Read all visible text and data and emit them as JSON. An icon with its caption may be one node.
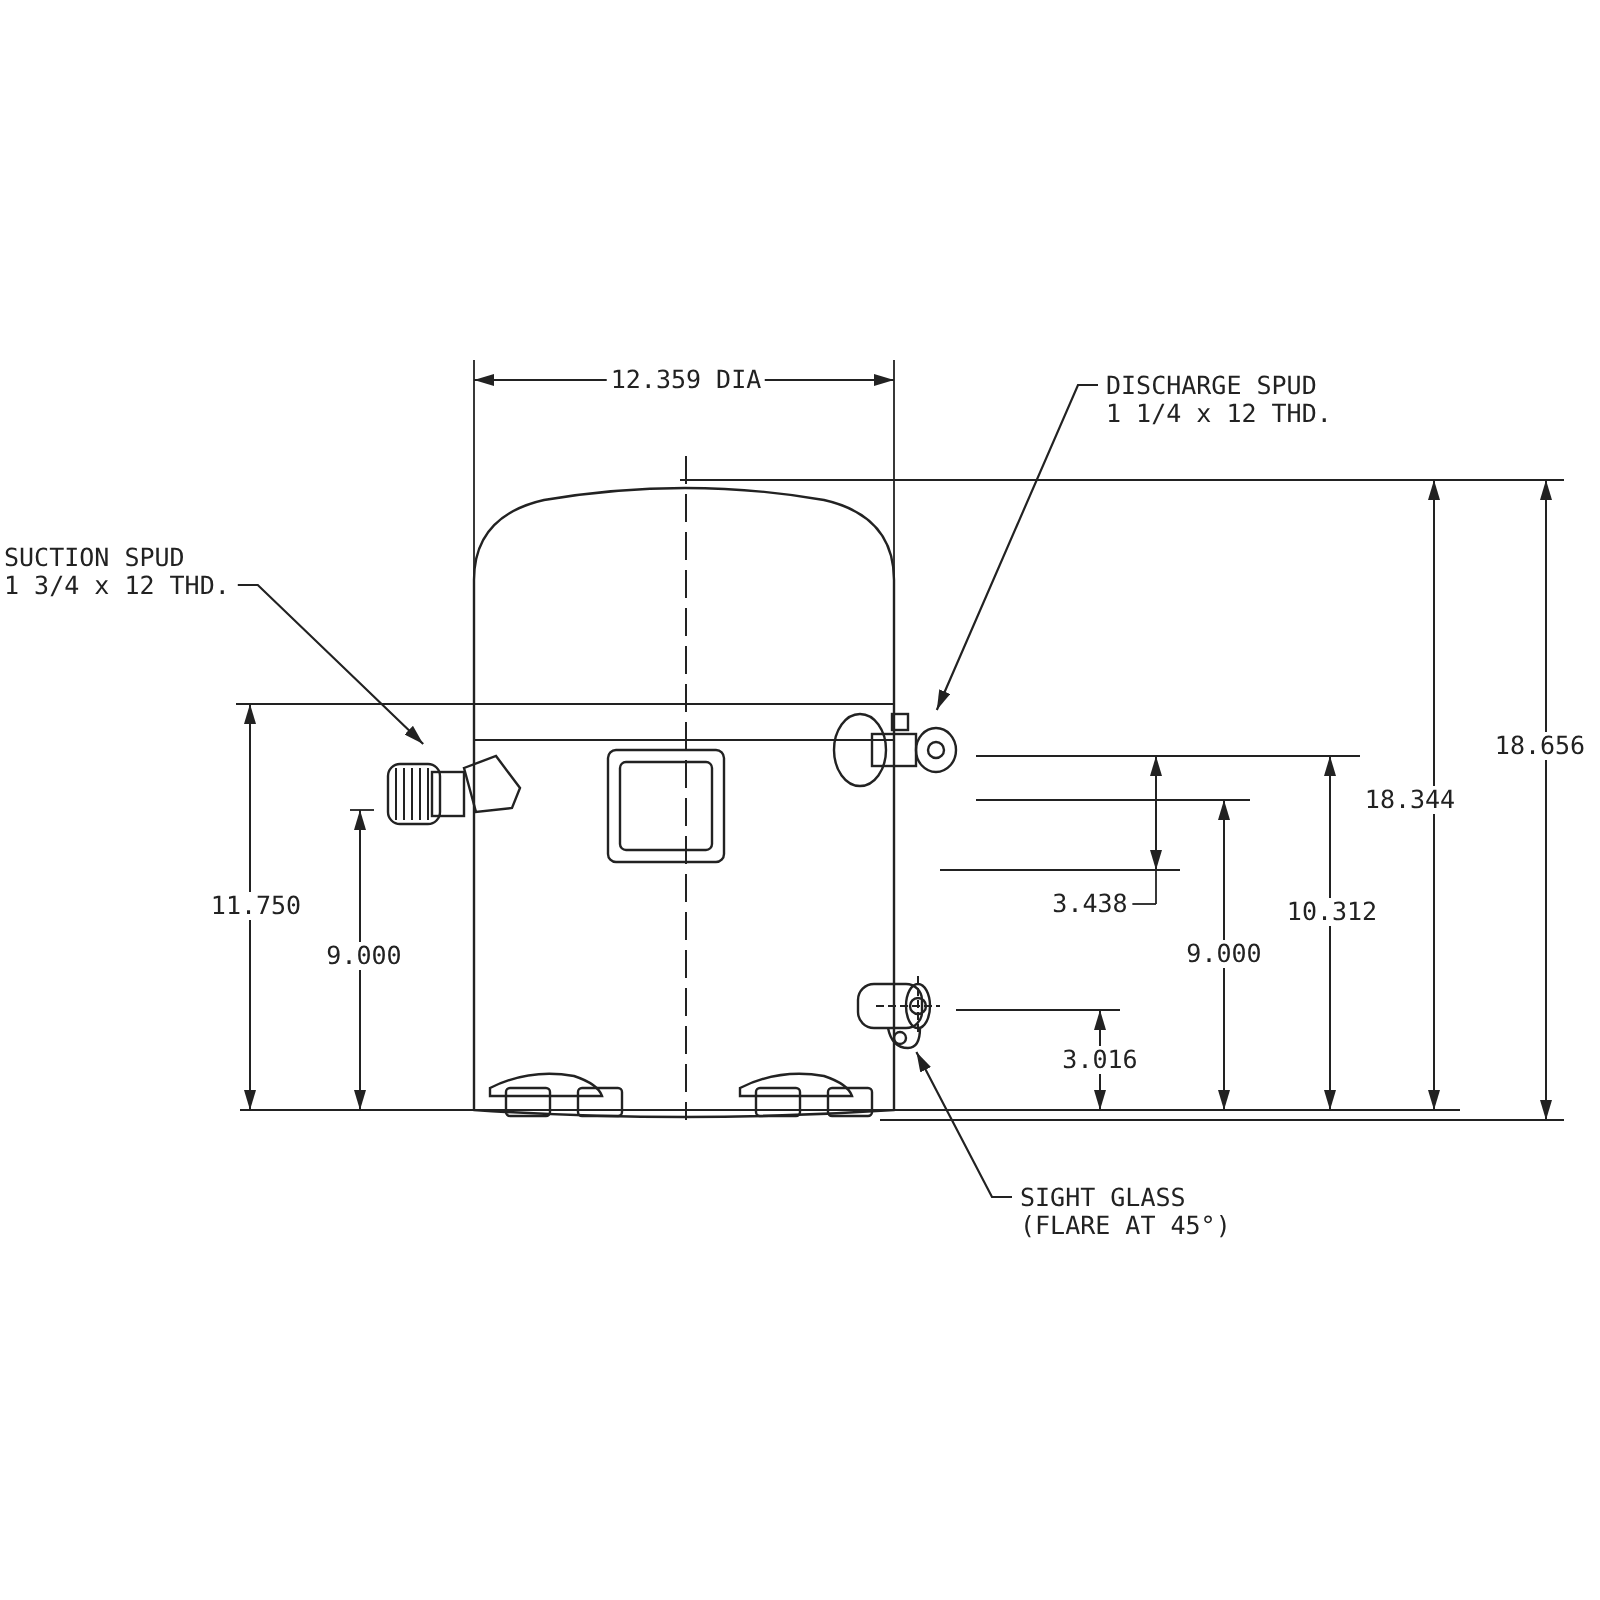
{
  "diagram": {
    "nodes": [
      {
        "text": [
          "SUCTION SPUD",
          "1 3/4 x 12 THD."
        ]
      },
      {
        "text": [],
        "shape": "picture"
      },
      {
        "text": [
          "DISCHARGE SPUD",
          "1 1/4 x 12 THD."
        ]
      },
      {
        "text": [],
        "shape": "picture"
      },
      {
        "text": [
          "SIGHT GLASS",
          "(FLARE AT 45°)"
        ]
      },
      {
        "text": [],
        "shape": "picture"
      }
    ],
    "edges": [
      {
        "from": 0,
        "to": 1,
        "arrow": "to"
      },
      {
        "from": 2,
        "to": 3,
        "arrow": "to"
      },
      {
        "from": 4,
        "to": 5,
        "arrow": "to"
      }
    ],
    "labels": [
      "12.359 DIA",
      "18.656",
      "18.344",
      "11.750",
      "9.000",
      "3.438",
      "10.312",
      "9.000",
      "3.016"
    ]
  }
}
